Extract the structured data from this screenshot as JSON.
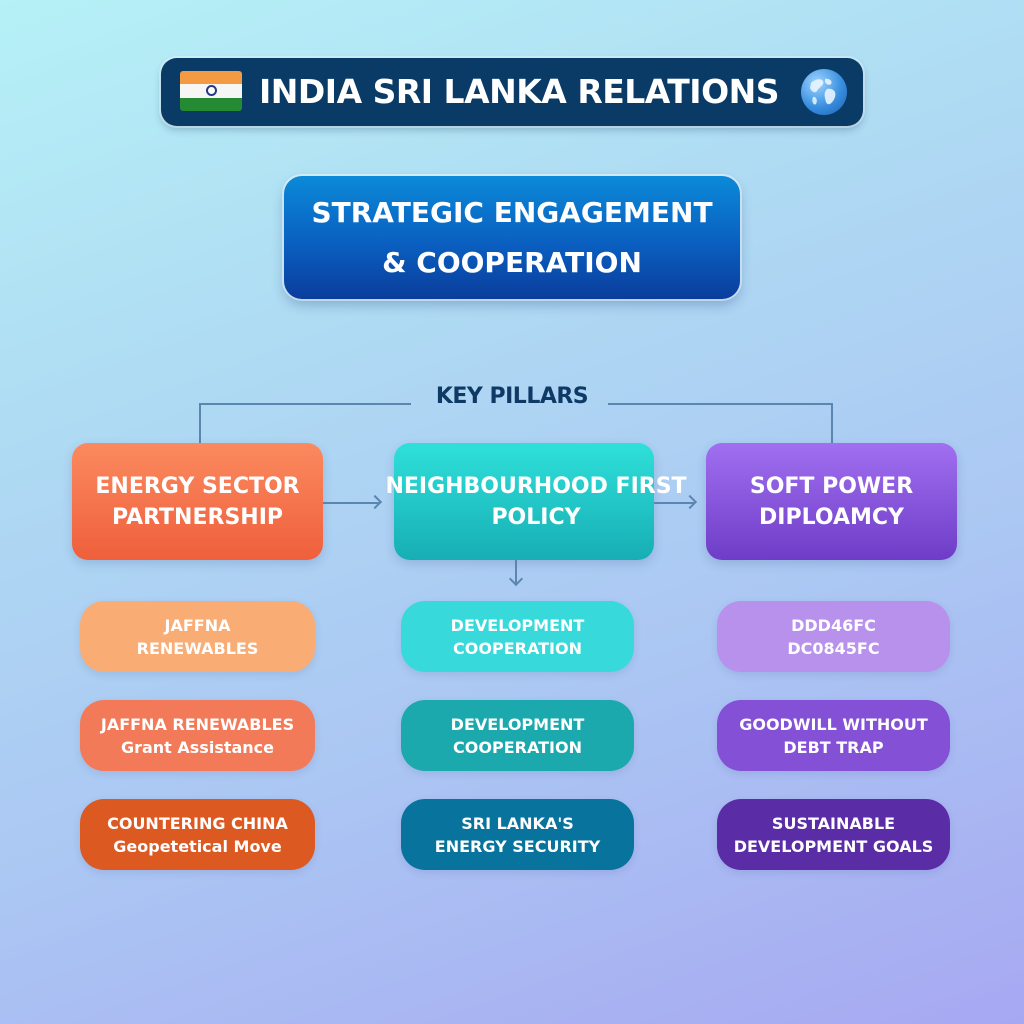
{
  "header": {
    "title": "INDIA SRI LANKA RELATIONS",
    "left_icon": "india-flag-icon",
    "right_icon": "globe-icon",
    "bg_color": "#0a3b66"
  },
  "main_node": {
    "line1": "STRATEGIC ENGAGEMENT",
    "line2": "& COOPERATION",
    "color": "#0a5fc0"
  },
  "section_label": "KEY PILLARS",
  "pillars": [
    {
      "line1": "ENERGY SECTOR",
      "line2": "PARTNERSHIP",
      "color": "#f4704a",
      "items": [
        {
          "line1": "JAFFNA",
          "line2": "RENEWABLES",
          "color": "#f9ad74"
        },
        {
          "line1": "JAFFNA RENEWABLES",
          "line2": "Grant Assistance",
          "color": "#f37a58"
        },
        {
          "line1": "COUNTERING CHINA",
          "line2": "Geopetetical Move",
          "color": "#dc5a22"
        }
      ]
    },
    {
      "line1": "NEIGHBOURHOOD FIRST",
      "line2": "POLICY",
      "color": "#22c7c8",
      "items": [
        {
          "line1": "DEVELOPMENT",
          "line2": "COOPERATION",
          "color": "#38d9db"
        },
        {
          "line1": "DEVELOPMENT",
          "line2": "COOPERATION",
          "color": "#1ba9ad"
        },
        {
          "line1": "SRI LANKA'S",
          "line2": "ENERGY SECURITY",
          "color": "#08739c"
        }
      ]
    },
    {
      "line1": "SOFT POWER",
      "line2": "DIPLOAMCY",
      "color": "#8452dd",
      "items": [
        {
          "line1": "DDD46FC",
          "line2": "DC0845FC",
          "color": "#b791ec"
        },
        {
          "line1": "GOODWILL WITHOUT",
          "line2": "DEBT TRAP",
          "color": "#8350d6"
        },
        {
          "line1": "SUSTAINABLE",
          "line2": "DEVELOPMENT GOALS",
          "color": "#5a2ca6"
        }
      ]
    }
  ],
  "connectors": {
    "arrow_right_1": "arrow-right-icon",
    "arrow_right_2": "arrow-right-icon",
    "arrow_down": "arrow-down-icon"
  }
}
